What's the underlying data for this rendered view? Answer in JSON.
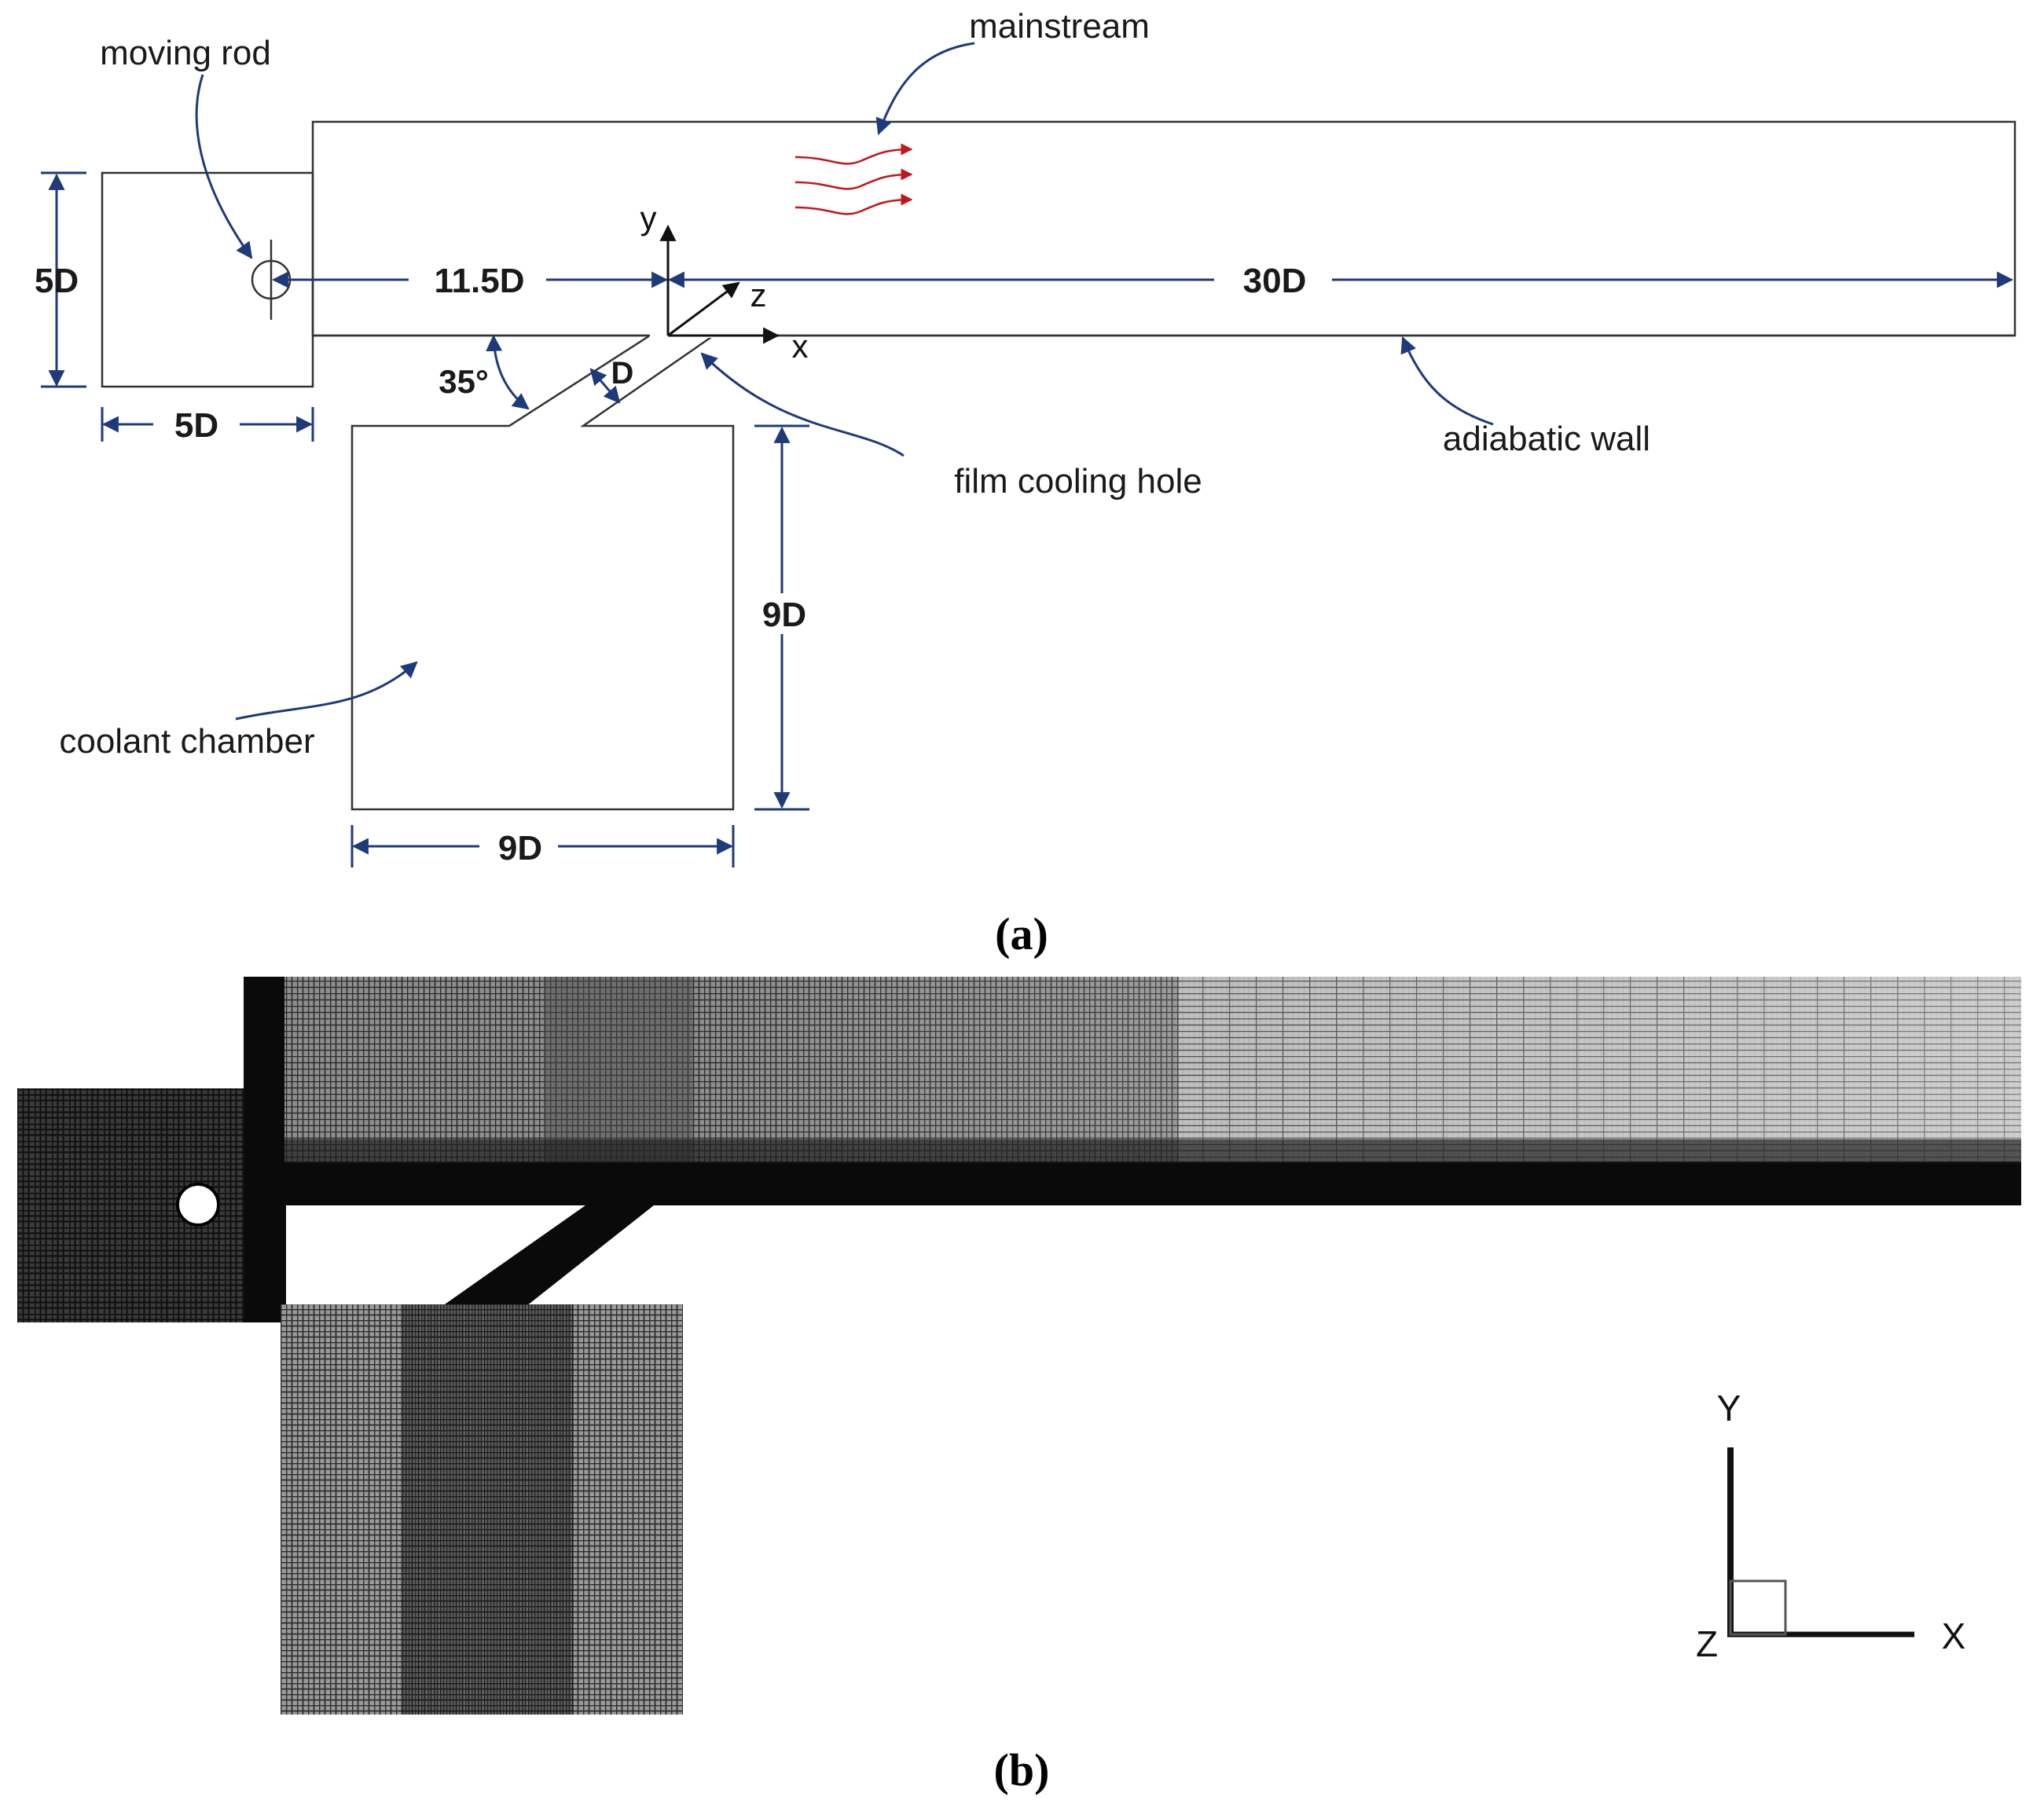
{
  "panel_a": {
    "caption": "(a)",
    "labels": {
      "mainstream": "mainstream",
      "moving_rod": "moving rod",
      "film_cooling_hole": "film cooling hole",
      "adiabatic_wall": "adiabatic wall",
      "coolant_chamber": "coolant chamber"
    },
    "dimensions": {
      "rod_box_height": "5D",
      "rod_box_width": "5D",
      "rod_to_origin": "11.5D",
      "downstream_length": "30D",
      "hole_diameter": "D",
      "injection_angle": "35°",
      "chamber_height": "9D",
      "chamber_width": "9D"
    },
    "axes": {
      "x": "x",
      "y": "y",
      "z": "z"
    },
    "colors": {
      "arrow": "#1f3a7a",
      "flow": "#c0161c",
      "outline": "#333333"
    }
  },
  "panel_b": {
    "caption": "(b)",
    "axes": {
      "x": "X",
      "y": "Y",
      "z": "Z"
    }
  }
}
